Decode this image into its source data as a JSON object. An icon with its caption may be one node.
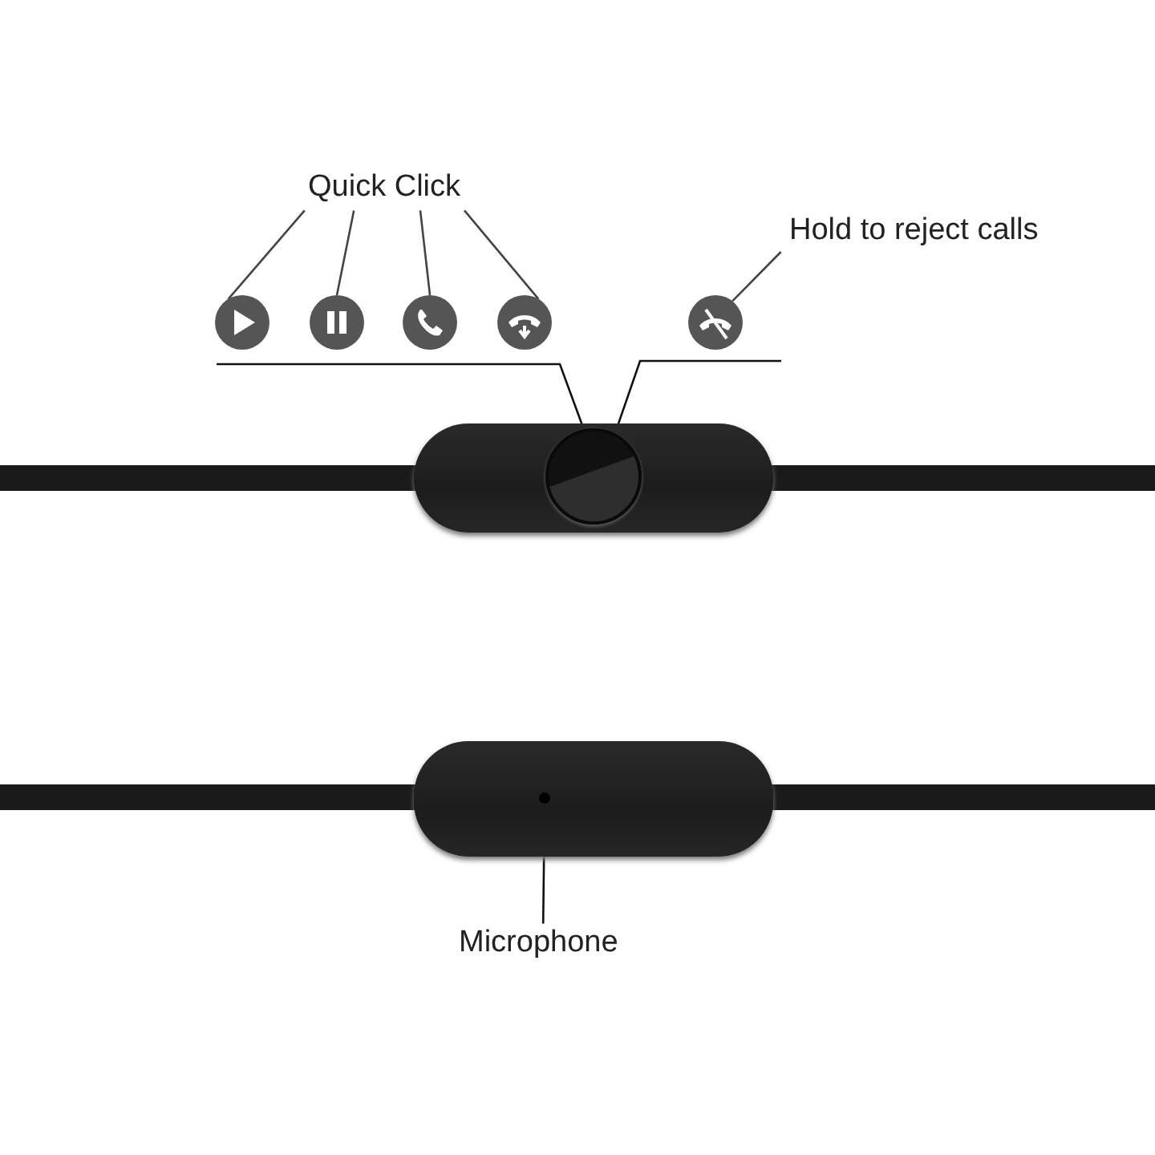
{
  "diagram": {
    "nodes": [
      {
        "text": [
          "Quick Click"
        ]
      },
      {
        "text": [],
        "shape": "picture"
      },
      {
        "text": [],
        "shape": "picture"
      },
      {
        "text": [],
        "shape": "picture"
      },
      {
        "text": [],
        "shape": "picture"
      },
      {
        "text": [
          "Hold to reject calls"
        ]
      },
      {
        "text": [],
        "shape": "picture"
      },
      {
        "text": [],
        "shape": "box"
      },
      {
        "text": [],
        "shape": "circle",
        "in": 7
      },
      {
        "text": [
          "Microphone"
        ]
      },
      {
        "text": [],
        "shape": "box"
      },
      {
        "text": [],
        "shape": "circle",
        "in": 10
      }
    ],
    "edges": [
      {
        "from": 0,
        "to": 1,
        "arrow": "none"
      },
      {
        "from": 0,
        "to": 2,
        "arrow": "none"
      },
      {
        "from": 0,
        "to": 3,
        "arrow": "none"
      },
      {
        "from": 0,
        "to": 4,
        "arrow": "none"
      },
      {
        "from": 5,
        "to": 6,
        "arrow": "none"
      },
      {
        "from": null,
        "to": 8,
        "arrow": "none"
      },
      {
        "from": null,
        "to": 8,
        "arrow": "none"
      },
      {
        "from": 9,
        "to": 11,
        "arrow": "none"
      }
    ]
  }
}
